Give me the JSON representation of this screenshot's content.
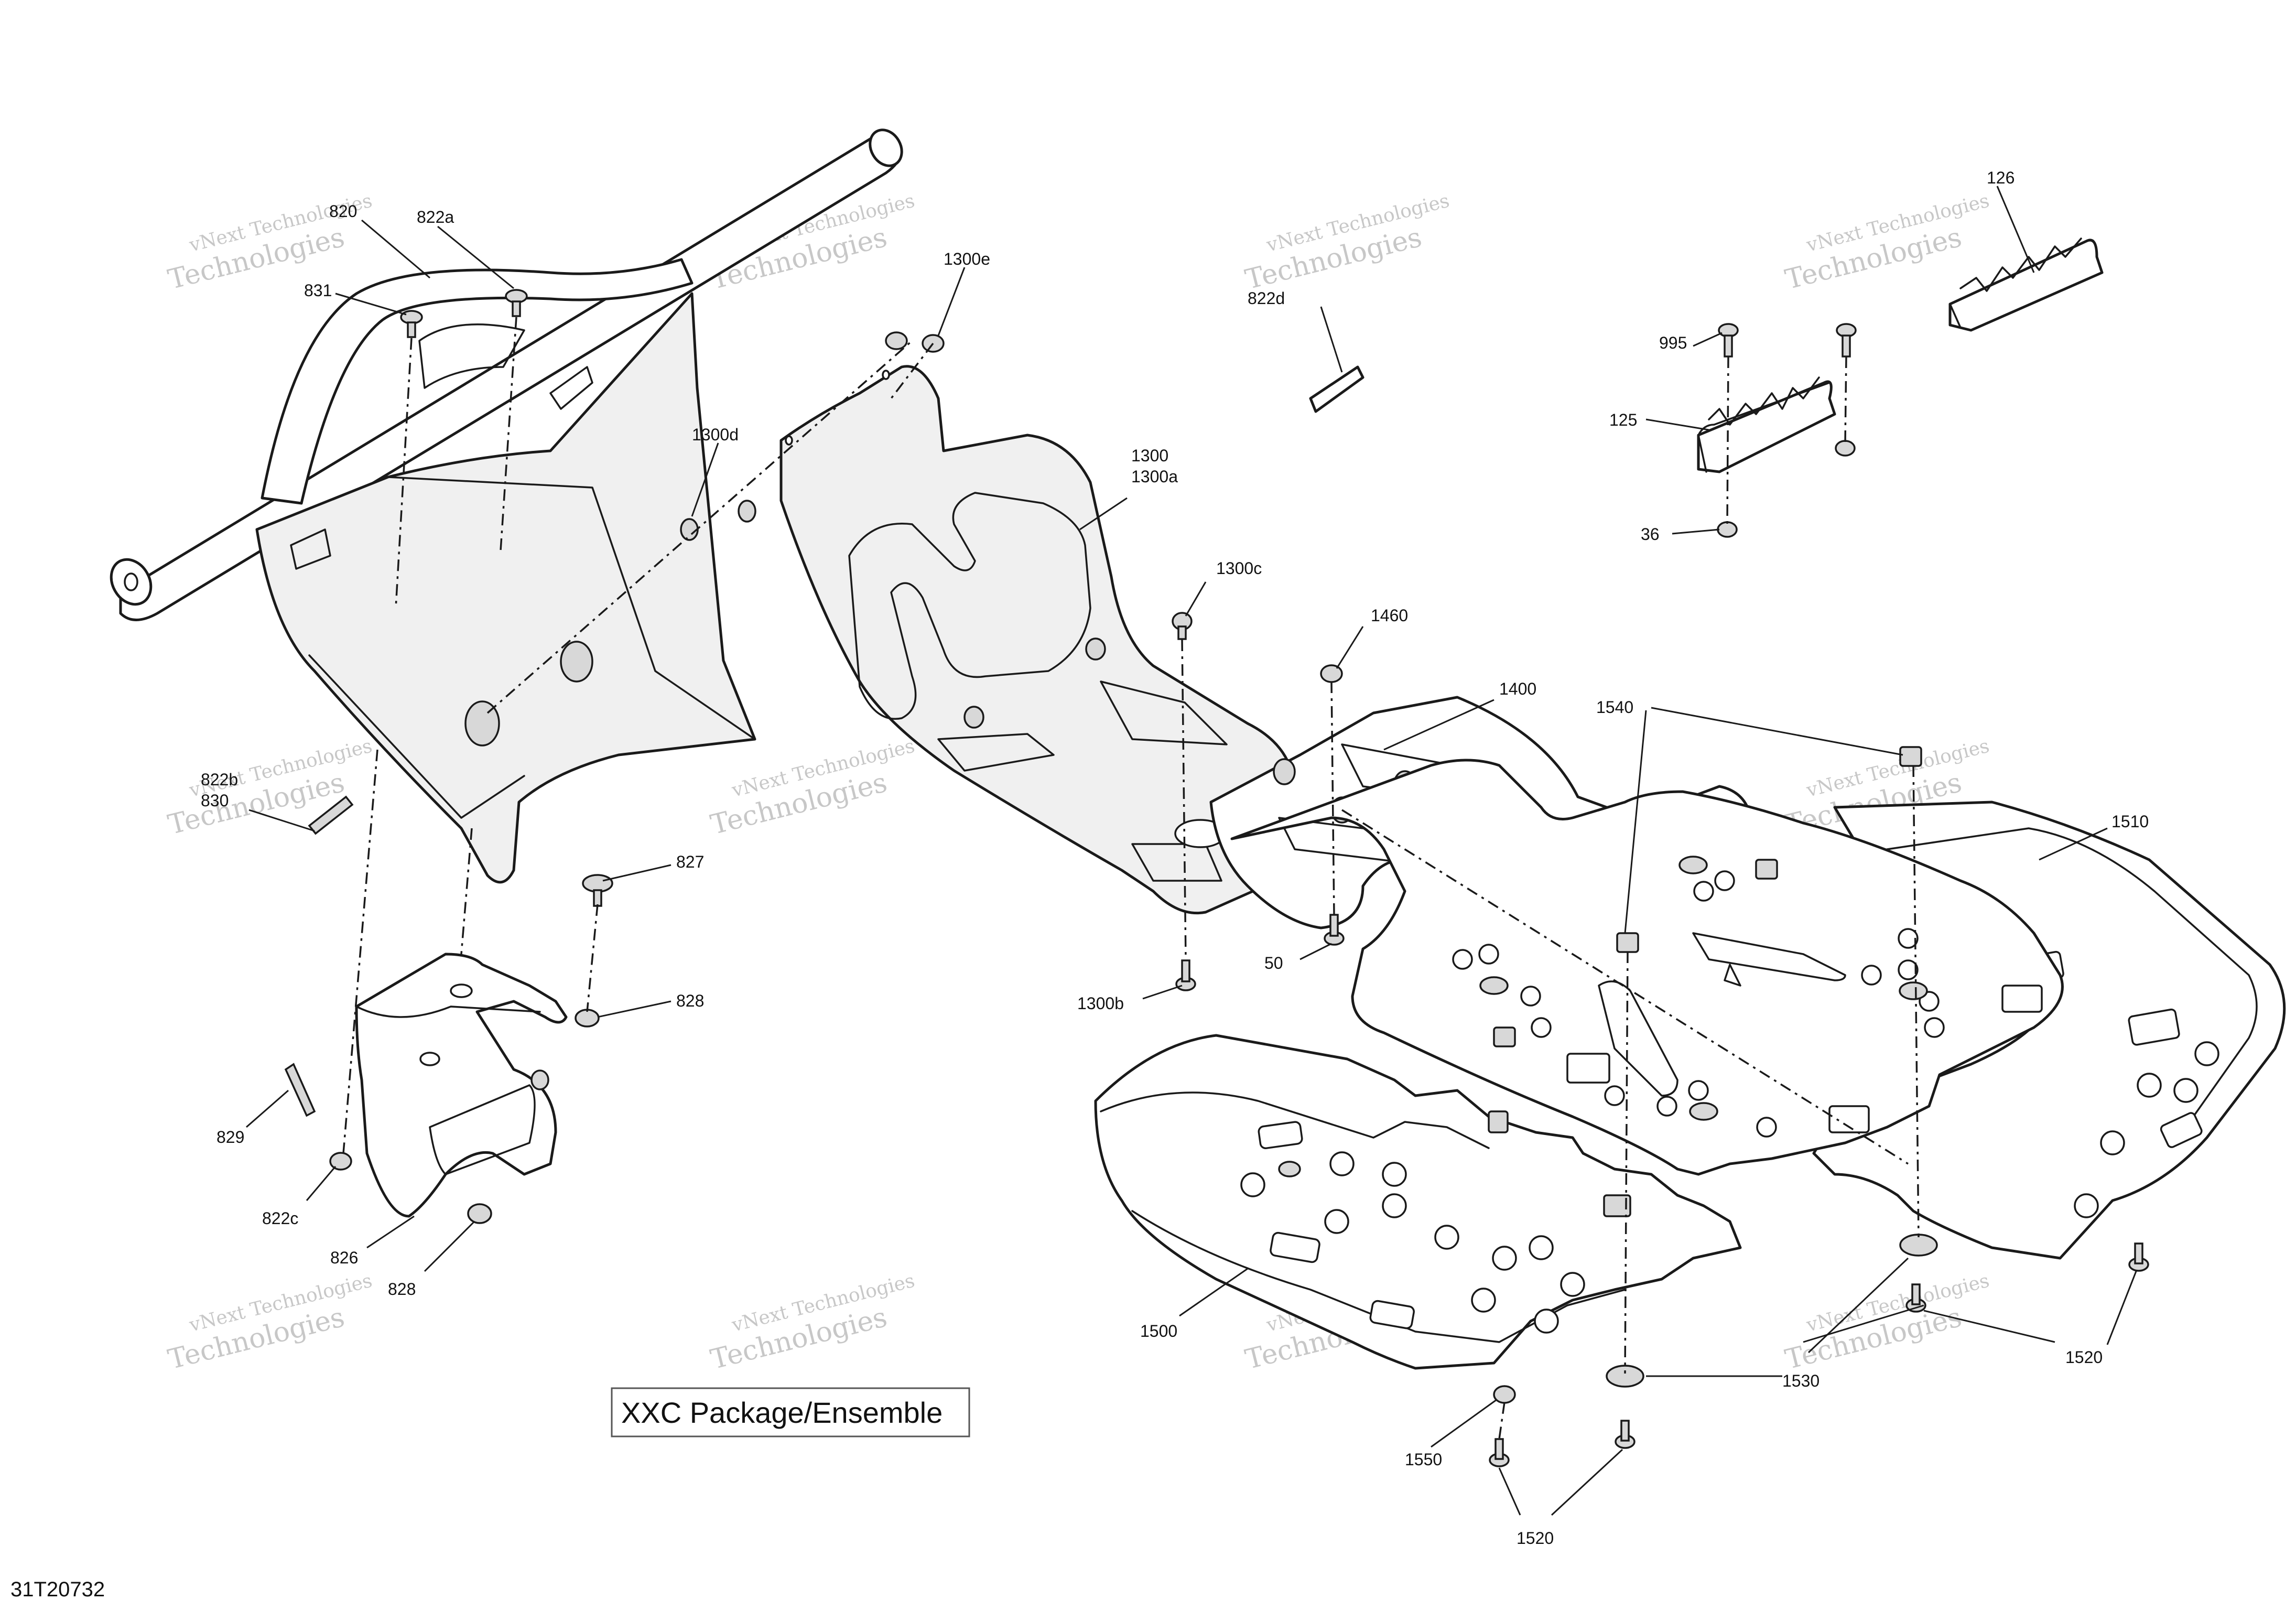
{
  "diagram_ref": "31T20732",
  "package_label": "XXC Package/Ensemble",
  "watermark": {
    "line1": "vNext Technologies",
    "line2": "Technologies"
  },
  "callouts": {
    "p820": "820",
    "p822a": "822a",
    "p831": "831",
    "p1300e": "1300e",
    "p1300d": "1300d",
    "p1300": "1300",
    "p1300a": "1300a",
    "p822d": "822d",
    "p126": "126",
    "p995": "995",
    "p125": "125",
    "p36": "36",
    "p1300c": "1300c",
    "p1460": "1460",
    "p1400": "1400",
    "p1540": "1540",
    "p1510": "1510",
    "p822b": "822b",
    "p830": "830",
    "p827": "827",
    "p828a": "828",
    "p50": "50",
    "p1300b": "1300b",
    "p829": "829",
    "p822c": "822c",
    "p826": "826",
    "p828b": "828",
    "p1500": "1500",
    "p1530": "1530",
    "p1520a": "1520",
    "p1550": "1550",
    "p1520b": "1520"
  }
}
